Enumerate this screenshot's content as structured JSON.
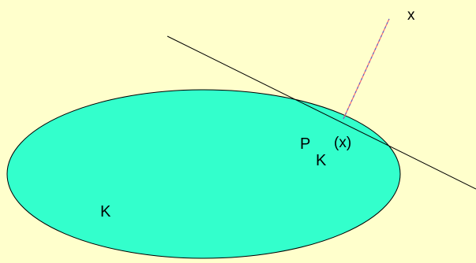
{
  "labels": {
    "point_x": "x",
    "projection_main": "P",
    "projection_sub": "K",
    "projection_arg": "(x)",
    "set_label": "K"
  },
  "colors": {
    "background": "#ffffcc",
    "set_fill": "#33ffcc",
    "outline": "#000000",
    "segment_dash_a": "#ff6666",
    "segment_dash_b": "#6666cc"
  }
}
